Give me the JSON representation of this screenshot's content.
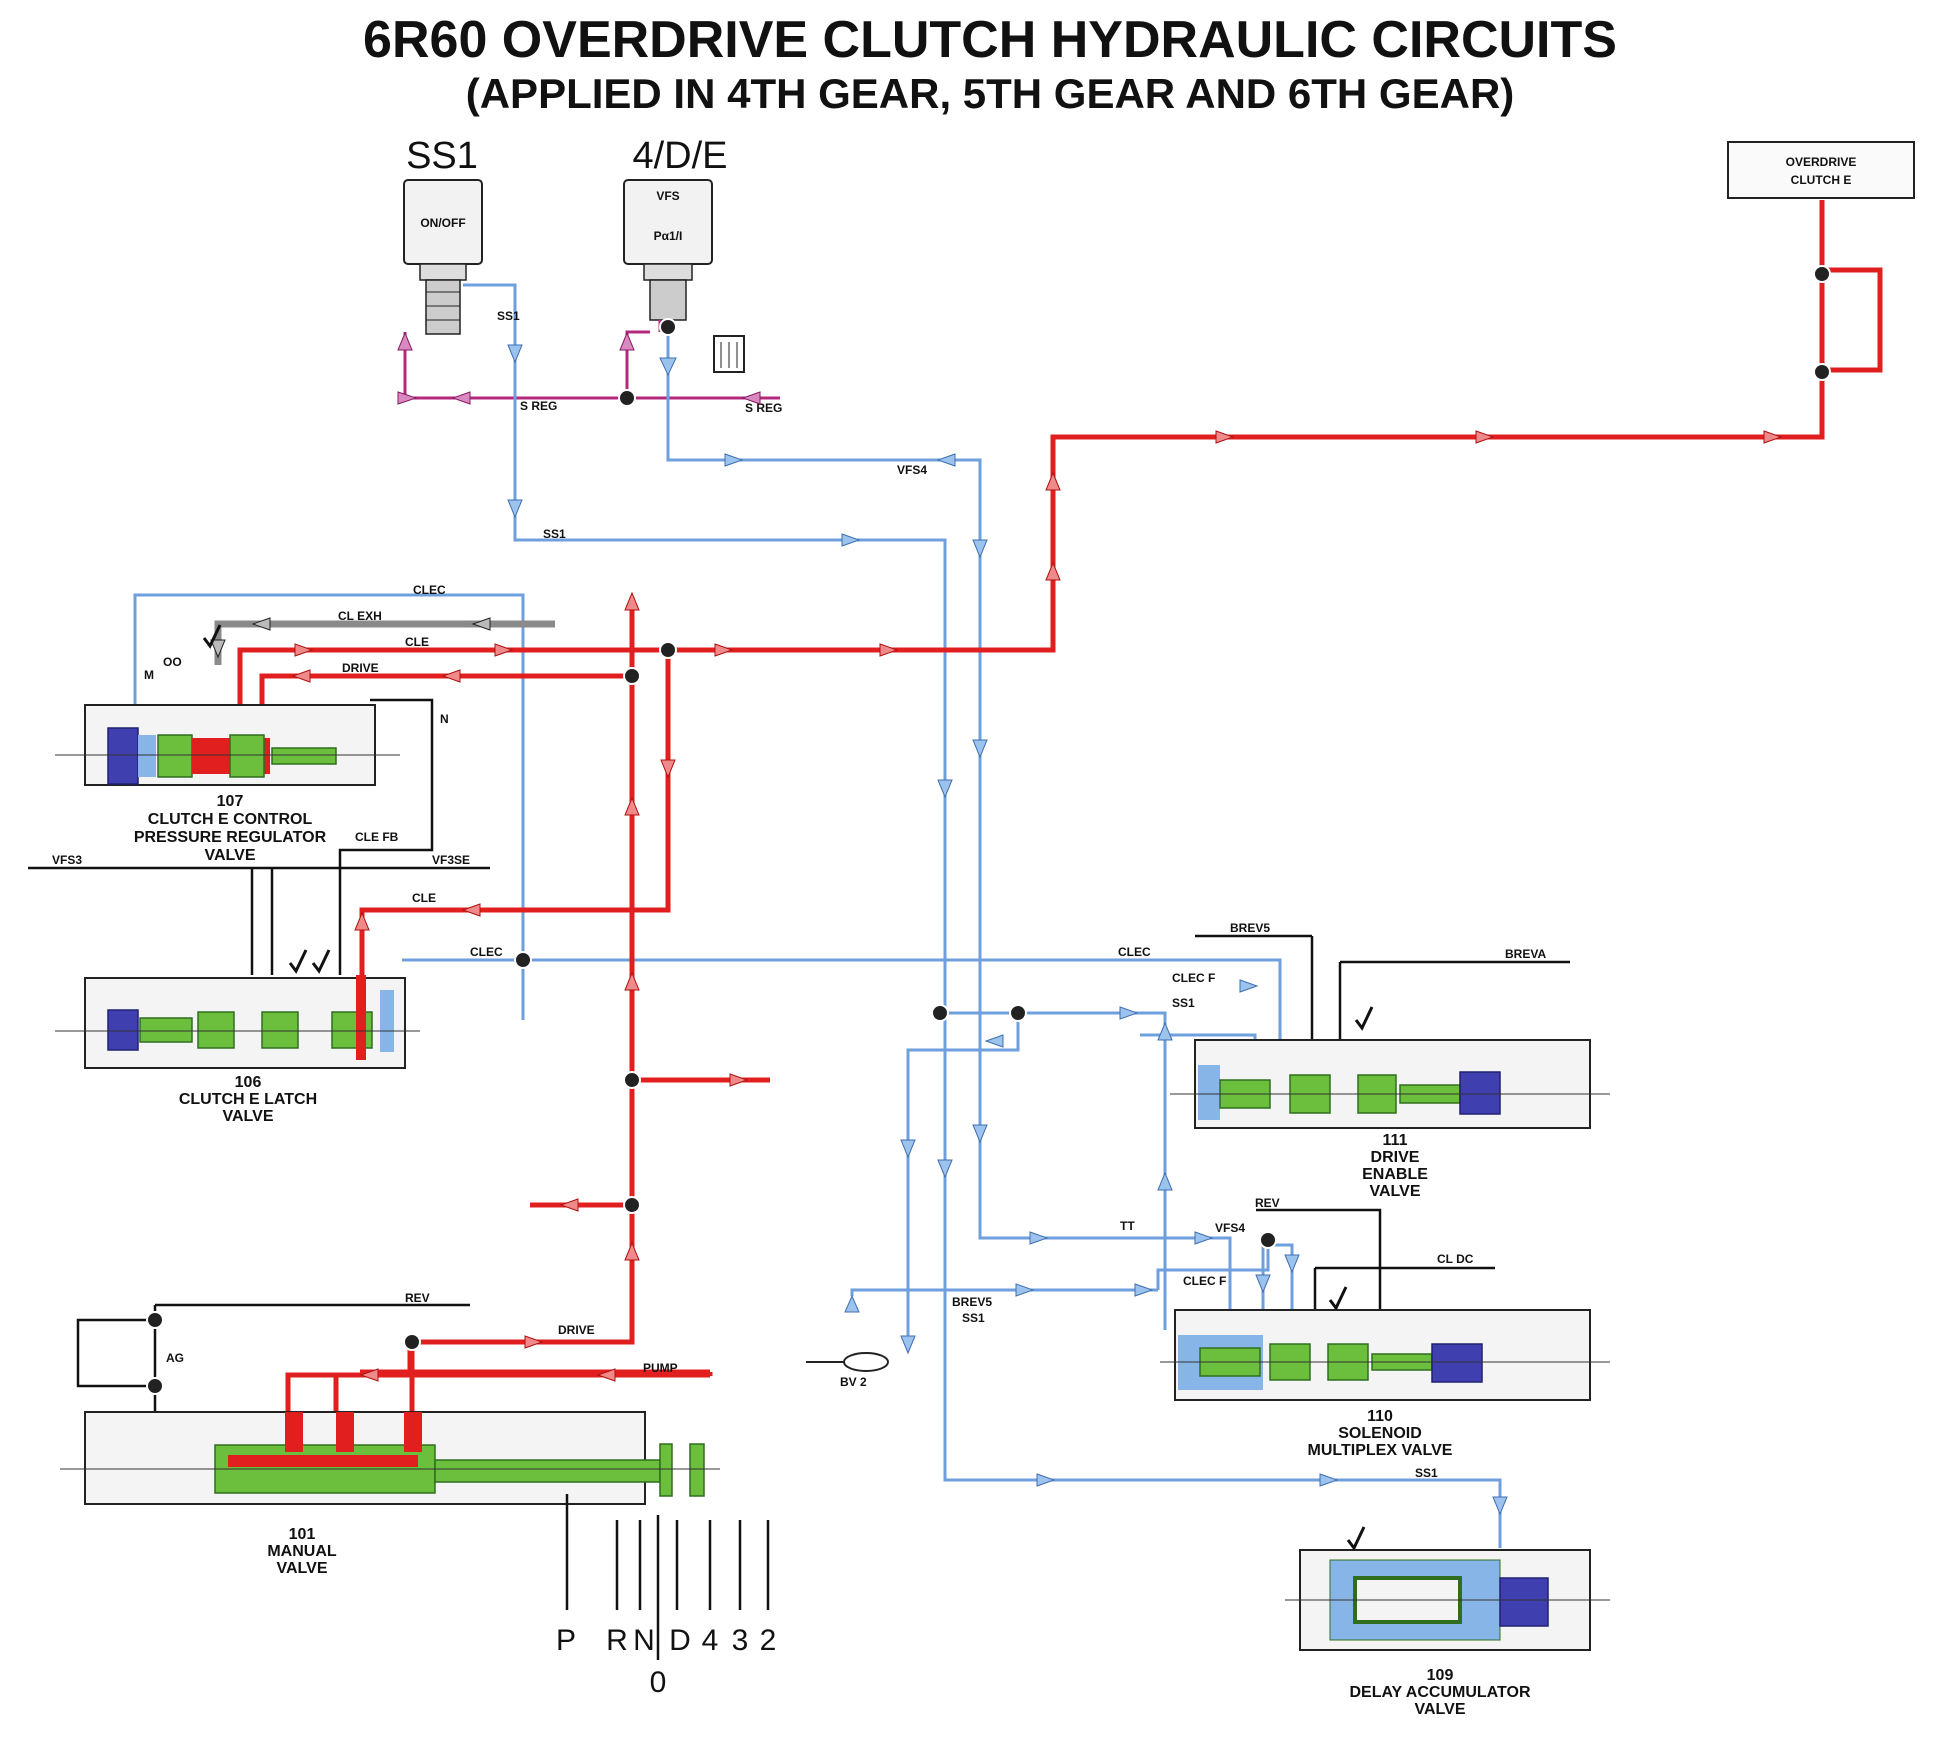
{
  "title": "6R60 OVERDRIVE CLUTCH HYDRAULIC CIRCUITS",
  "subtitle": "(APPLIED IN 4TH GEAR, 5TH GEAR AND 6TH GEAR)",
  "solenoids": {
    "ss1": {
      "heading": "SS1",
      "body": "ON/OFF"
    },
    "vfs": {
      "heading": "4/D/E",
      "line1": "VFS",
      "line2": "Pα1/I"
    }
  },
  "clutch_box": {
    "line1": "OVERDRIVE",
    "line2": "CLUTCH E"
  },
  "circuit_labels": {
    "ss1": "SS1",
    "s_reg": "S REG",
    "vfs4": "VFS4",
    "clec": "CLEC",
    "cl_exh": "CL EXH",
    "cle": "CLE",
    "drive": "DRIVE",
    "cle_fb": "CLE FB",
    "vfs3": "VFS3",
    "vfs3e": "VF3SE",
    "brev5": "BREV5",
    "breva": "BREVA",
    "clec_f": "CLEC F",
    "rev": "REV",
    "cl_dc": "CL DC",
    "brev5_ss1_a": "BREV5",
    "brev5_ss1_b": "SS1",
    "pump": "PUMP",
    "bv2": "BV 2",
    "tt": "TT",
    "m": "M",
    "oo": "OO",
    "n": "N",
    "ag": "AG",
    "zero": "0"
  },
  "valves": {
    "v107": {
      "number": "107",
      "line1": "CLUTCH E CONTROL",
      "line2": "PRESSURE REGULATOR",
      "line3": "VALVE"
    },
    "v106": {
      "number": "106",
      "line1": "CLUTCH E LATCH",
      "line2": "VALVE"
    },
    "v101": {
      "number": "101",
      "line1": "MANUAL",
      "line2": "VALVE"
    },
    "v111": {
      "number": "111",
      "line1": "DRIVE",
      "line2": "ENABLE",
      "line3": "VALVE"
    },
    "v110": {
      "number": "110",
      "line1": "SOLENOID",
      "line2": "MULTIPLEX VALVE"
    },
    "v109": {
      "number": "109",
      "line1": "DELAY ACCUMULATOR",
      "line2": "VALVE"
    }
  },
  "gear_positions": [
    "P",
    "R",
    "N",
    "D",
    "4",
    "3",
    "2"
  ],
  "neutral_center": "0",
  "colors": {
    "clutch_apply": "#e11f1f",
    "solenoid_signal": "#6f9fdc",
    "supply_reg": "#b4287e",
    "exhaust": "#8a8a8a",
    "spool": "#6cbf3c",
    "plug": "#3f3fb0"
  }
}
